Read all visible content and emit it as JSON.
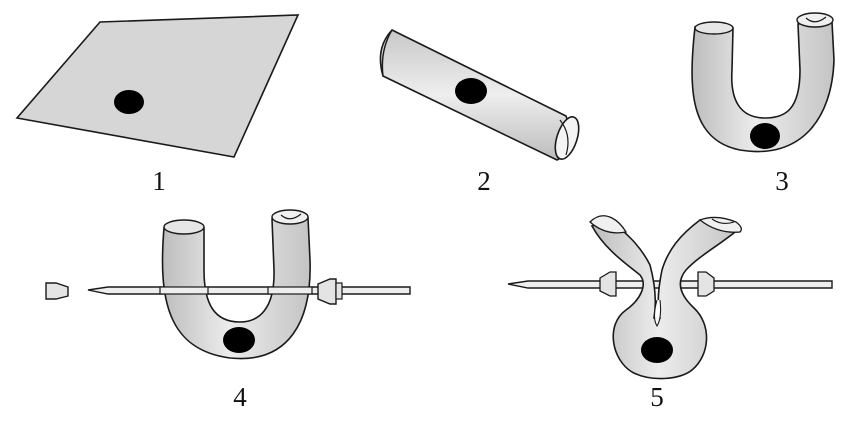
{
  "steps": [
    {
      "label": "1",
      "shape": "flat-sheet-with-dot"
    },
    {
      "label": "2",
      "shape": "rolled-tube-with-dot"
    },
    {
      "label": "3",
      "shape": "u-bent-tube-with-dot"
    },
    {
      "label": "4",
      "shape": "u-tube-pierced-by-needle-with-cap"
    },
    {
      "label": "5",
      "shape": "pinched-tube-on-needle"
    }
  ],
  "colors": {
    "sheet_fill": "#d9d9d9",
    "tube_fill": "#e0e0e0",
    "outline": "#1a1a1a",
    "dot": "#000000",
    "background": "#ffffff"
  }
}
